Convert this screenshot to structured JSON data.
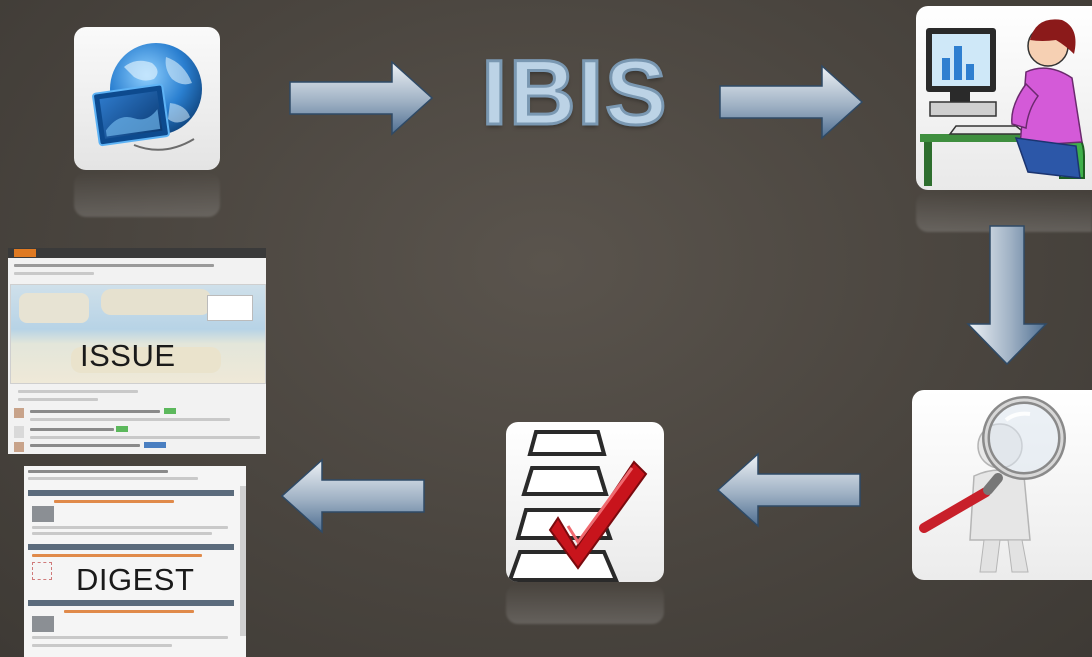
{
  "diagram": {
    "center_title": "IBIS",
    "issue_label": "ISSUE",
    "digest_label": "DIGEST"
  },
  "icons": {
    "source": "globe-computer-icon",
    "analyst": "woman-at-computer-icon",
    "review": "magnifier-figure-icon",
    "validate": "checklist-icon"
  },
  "colors": {
    "background": "#4a453f",
    "arrow_light": "#dfe6ee",
    "arrow_dark": "#4f6f92",
    "title_fill": "#bcd3e6"
  }
}
